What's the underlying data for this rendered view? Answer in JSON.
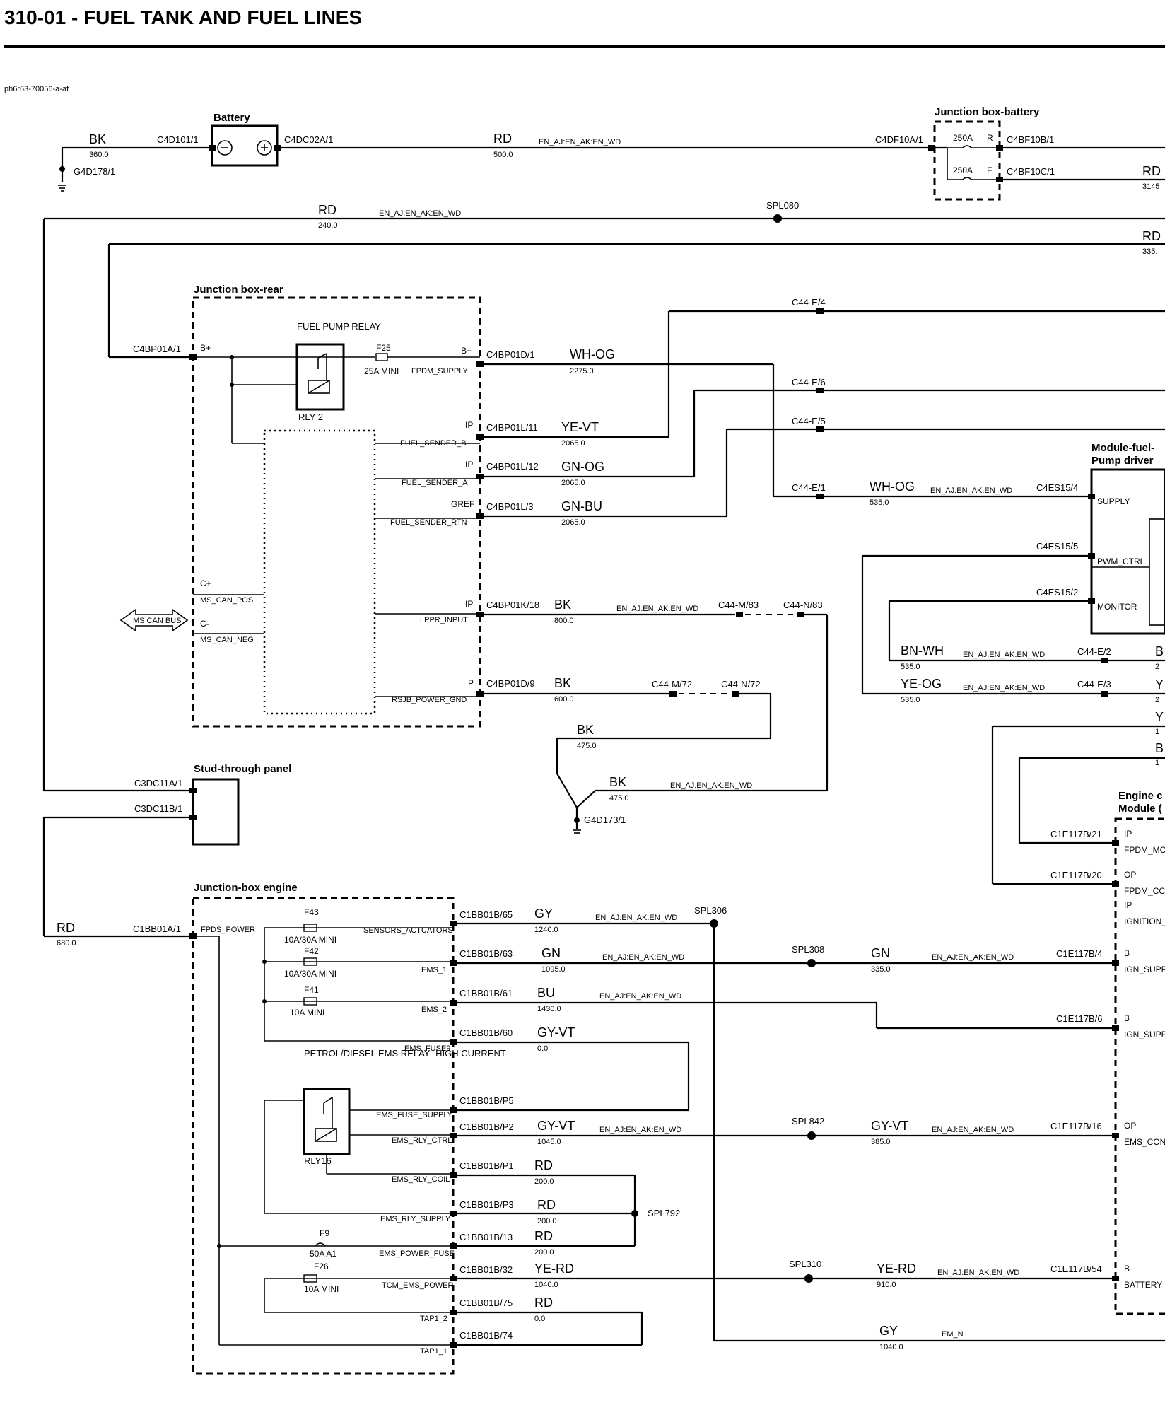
{
  "page": {
    "title": "310-01 - FUEL TANK AND FUEL LINES",
    "ref": "ph6r63-70056-a-af"
  },
  "battery": {
    "label": "Battery",
    "left_conn": "C4D101/1",
    "right_conn": "C4DC02A/1",
    "ground": "G4D178/1",
    "bk_color": "BK",
    "bk_size": "360.0",
    "rd_color": "RD",
    "rd_size": "500.0",
    "rd_opt": "EN_AJ:EN_AK:EN_WD"
  },
  "jbb": {
    "label": "Junction box-battery",
    "in_conn": "C4DF10A/1",
    "fuse_r": "250A",
    "fuse_f": "250A",
    "r": "R",
    "f": "F",
    "out_r": "C4BF10B/1",
    "out_f": "C4BF10C/1",
    "out_color": "RD",
    "out_size": "3145"
  },
  "top": {
    "rd240_color": "RD",
    "rd240_size": "240.0",
    "rd240_opt": "EN_AJ:EN_AK:EN_WD",
    "spl": "SPL080",
    "rd335_color": "RD",
    "rd335_size": "335."
  },
  "jbr": {
    "label": "Junction box-rear",
    "in_conn": "C4BP01A/1",
    "b_plus_in": "B+",
    "b_plus_out": "B+",
    "relay_title": "FUEL PUMP RELAY",
    "relay_id": "RLY 2",
    "fuse_id": "F25",
    "fuse_rating": "25A MINI",
    "can_c_plus": "C+",
    "can_pos": "MS_CAN_POS",
    "can_c_minus": "C-",
    "can_neg": "MS_CAN_NEG",
    "can_bus": "MS CAN BUS",
    "pins": [
      {
        "type": "B+",
        "sig": "FPDM_SUPPLY",
        "conn": "C4BP01D/1",
        "color": "WH-OG",
        "size": "2275.0"
      },
      {
        "type": "IP",
        "sig": "FUEL_SENDER_B",
        "conn": "C4BP01L/11",
        "color": "YE-VT",
        "size": "2065.0"
      },
      {
        "type": "IP",
        "sig": "FUEL_SENDER_A",
        "conn": "C4BP01L/12",
        "color": "GN-OG",
        "size": "2065.0"
      },
      {
        "type": "GREF",
        "sig": "FUEL_SENDER_RTN",
        "conn": "C4BP01L/3",
        "color": "GN-BU",
        "size": "2065.0"
      },
      {
        "type": "IP",
        "sig": "LPPR_INPUT",
        "conn": "C4BP01K/18",
        "color": "BK",
        "size": "800.0",
        "opt": "EN_AJ:EN_AK:EN_WD",
        "c1": "C44-M/83",
        "c2": "C44-N/83"
      },
      {
        "type": "P",
        "sig": "RSJB_POWER_GND",
        "conn": "C4BP01D/9",
        "color": "BK",
        "size": "600.0",
        "c1": "C44-M/72",
        "c2": "C44-N/72"
      }
    ]
  },
  "ground2": {
    "bk1_color": "BK",
    "bk1_size": "475.0",
    "bk2_color": "BK",
    "bk2_size": "475.0",
    "opt": "EN_AJ:EN_AK:EN_WD",
    "id": "G4D173/1"
  },
  "c44": {
    "e4": "C44-E/4",
    "e6": "C44-E/6",
    "e5": "C44-E/5",
    "e1": "C44-E/1",
    "e2": "C44-E/2",
    "e3": "C44-E/3"
  },
  "fpdm": {
    "label1": "Module-fuel-",
    "label2": "Pump driver",
    "supply": "SUPPLY",
    "pwm": "PWM_CTRL",
    "monitor": "MONITOR",
    "c4": "C4ES15/4",
    "c5": "C4ES15/5",
    "c2": "C4ES15/2",
    "wh_color": "WH-OG",
    "wh_size": "535.0",
    "wh_opt": "EN_AJ:EN_AK:EN_WD",
    "bnwh_color": "BN-WH",
    "bnwh_size": "535.0",
    "bnwh_opt": "EN_AJ:EN_AK:EN_WD",
    "yeog_color": "YE-OG",
    "yeog_size": "535.0",
    "yeog_opt": "EN_AJ:EN_AK:EN_WD",
    "r1": "B",
    "r1s": "2",
    "r2": "Y",
    "r2s": "2",
    "r3": "Y",
    "r3s": "1",
    "r4": "B",
    "r4s": "1"
  },
  "stud": {
    "label": "Stud-through panel",
    "c1": "C3DC11A/1",
    "c2": "C3DC11B/1"
  },
  "jbe": {
    "label": "Junction-box engine",
    "in_conn": "C1BB01A/1",
    "in_sig": "FPDS_POWER",
    "in_color": "RD",
    "in_size": "680.0",
    "f43": "F43",
    "f43r": "10A/30A MINI",
    "f42": "F42",
    "f42r": "10A/30A MINI",
    "f41": "F41",
    "f41r": "10A MINI",
    "relay_title": "PETROL/DIESEL EMS RELAY -HIGH CURRENT",
    "relay_id": "RLY16",
    "f9": "F9",
    "f9r": "50A A1",
    "f26": "F26",
    "f26r": "10A MINI",
    "pins": [
      {
        "sig": "SENSORS_ACTUATORS",
        "conn": "C1BB01B/65",
        "color": "GY",
        "size": "1240.0",
        "opt": "EN_AJ:EN_AK:EN_WD"
      },
      {
        "sig": "EMS_1",
        "conn": "C1BB01B/63",
        "color": "GN",
        "size": "1095.0",
        "opt": "EN_AJ:EN_AK:EN_WD"
      },
      {
        "sig": "EMS_2",
        "conn": "C1BB01B/61",
        "color": "BU",
        "size": "1430.0",
        "opt": "EN_AJ:EN_AK:EN_WD"
      },
      {
        "sig": "EMS_FUSE9",
        "conn": "C1BB01B/60",
        "color": "GY-VT",
        "size": "0.0"
      },
      {
        "sig": "EMS_FUSE_SUPPLY",
        "conn": "C1BB01B/P5"
      },
      {
        "sig": "EMS_RLY_CTRL",
        "conn": "C1BB01B/P2",
        "color": "GY-VT",
        "size": "1045.0",
        "opt": "EN_AJ:EN_AK:EN_WD"
      },
      {
        "sig": "EMS_RLY_COIL",
        "conn": "C1BB01B/P1",
        "color": "RD",
        "size": "200.0"
      },
      {
        "sig": "EMS_RLY_SUPPLY",
        "conn": "C1BB01B/P3",
        "color": "RD",
        "size": "200.0"
      },
      {
        "sig": "EMS_POWER_FUSE",
        "conn": "C1BB01B/13",
        "color": "RD",
        "size": "200.0"
      },
      {
        "sig": "TCM_EMS_POWER",
        "conn": "C1BB01B/32",
        "color": "YE-RD",
        "size": "1040.0"
      },
      {
        "sig": "TAP1_2",
        "conn": "C1BB01B/75",
        "color": "RD",
        "size": "0.0"
      },
      {
        "sig": "TAP1_1",
        "conn": "C1BB01B/74"
      }
    ]
  },
  "splices": {
    "s306": "SPL306",
    "s308": "SPL308",
    "s842": "SPL842",
    "s792": "SPL792",
    "s310": "SPL310"
  },
  "ecm": {
    "label1": "Engine c",
    "label2": "Module (",
    "rows": [
      {
        "conn": "C1E117B/21",
        "type": "IP",
        "sig": "FPDM_MC"
      },
      {
        "conn": "C1E117B/20",
        "type": "OP",
        "sig": "FPDM_CC"
      },
      {
        "type": "IP",
        "sig": "IGNITION_"
      },
      {
        "conn": "C1E117B/4",
        "type": "B",
        "sig": "IGN_SUPP",
        "color": "GN",
        "size": "335.0",
        "opt": "EN_AJ:EN_AK:EN_WD"
      },
      {
        "conn": "C1E117B/6",
        "type": "B",
        "sig": "IGN_SUPF"
      },
      {
        "conn": "C1E117B/16",
        "type": "OP",
        "sig": "EMS_CON",
        "color": "GY-VT",
        "size": "385.0",
        "opt": "EN_AJ:EN_AK:EN_WD"
      },
      {
        "conn": "C1E117B/54",
        "type": "B",
        "sig": "BATTERY",
        "color": "YE-RD",
        "size": "910.0",
        "opt": "EN_AJ:EN_AK:EN_WD"
      }
    ]
  },
  "bottom": {
    "gy_color": "GY",
    "gy_size": "1040.0",
    "gy_opt": "EM_N"
  }
}
